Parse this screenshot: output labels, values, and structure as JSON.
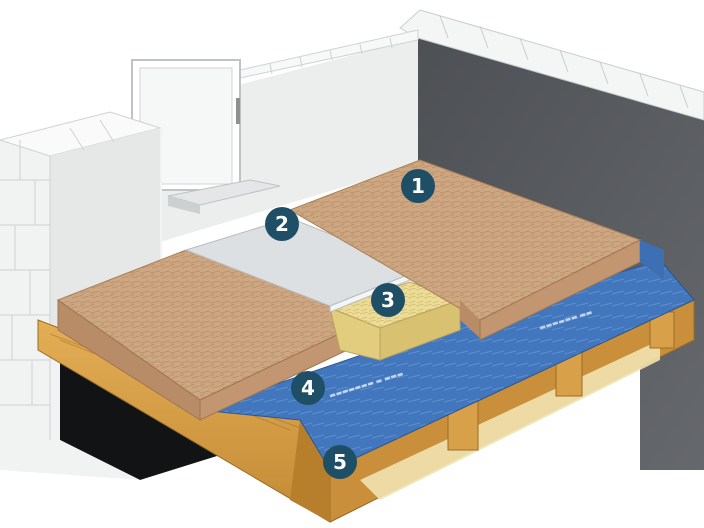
{
  "markers": [
    {
      "label": "1"
    },
    {
      "label": "2"
    },
    {
      "label": "3"
    },
    {
      "label": "4"
    },
    {
      "label": "5"
    }
  ],
  "colors": {
    "badge": "#1e4f66",
    "badge_text": "#ffffff",
    "wall_dark": "#575a5e",
    "wall_light": "#eef0f0",
    "wood_insulation": "#caa27e",
    "foil": "#d9dcde",
    "mineral_wool": "#e9d890",
    "membrane": "#3d6fb4",
    "timber": "#d9a248"
  }
}
